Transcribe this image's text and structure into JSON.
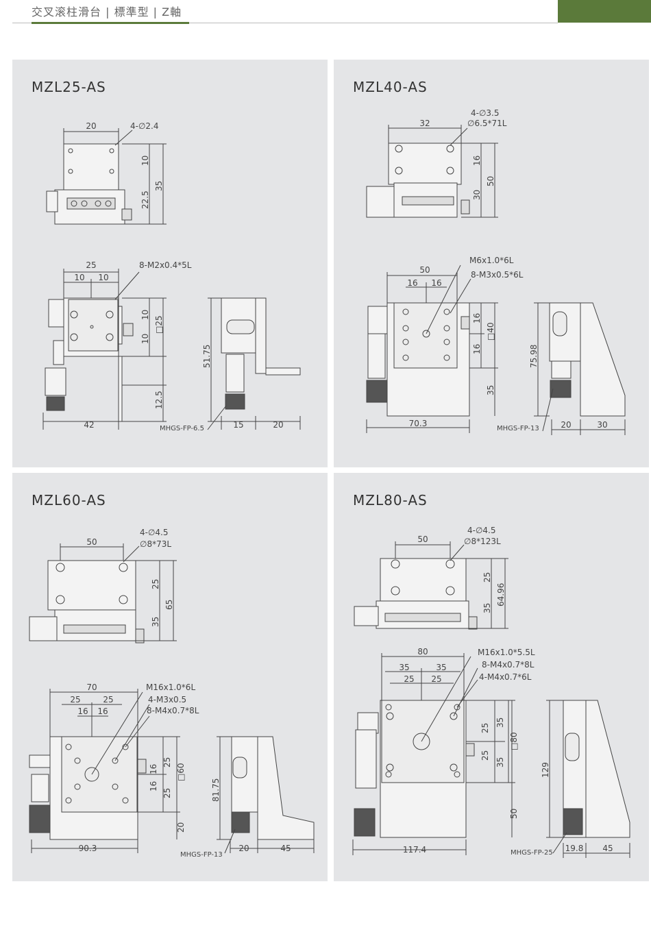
{
  "header": {
    "title": "交叉滚柱滑台 | 標準型 | Z軸"
  },
  "colors": {
    "accent": "#5b7a3a",
    "panel_bg": "#e4e5e7",
    "line": "#444444"
  },
  "panels": [
    {
      "model": "MZL25-AS",
      "top_view": {
        "width": "20",
        "holes": "4-∅2.4",
        "dim_a": "10",
        "dim_b": "22.5",
        "dim_c": "35"
      },
      "front_view": {
        "width": "25",
        "pitch_a": "10",
        "pitch_b": "10",
        "screws": "8-M2x0.4*5L",
        "v_a": "10",
        "v_b": "10",
        "square": "□25",
        "bottom": "12.5",
        "travel": "42"
      },
      "side_view": {
        "height": "51.75",
        "w_a": "15",
        "w_b": "20",
        "micrometer": "MHGS-FP-6.5"
      }
    },
    {
      "model": "MZL40-AS",
      "top_view": {
        "width": "32",
        "holes": "4-∅3.5",
        "counterbore": "∅6.5*71L",
        "dim_a": "16",
        "dim_b": "30",
        "dim_c": "50"
      },
      "front_view": {
        "width": "50",
        "pitch_a": "16",
        "pitch_b": "16",
        "center": "M6x1.0*6L",
        "screws": "8-M3x0.5*6L",
        "v_a": "16",
        "v_b": "16",
        "square": "□40",
        "bottom": "35",
        "travel": "70.3"
      },
      "side_view": {
        "height": "75.98",
        "w_a": "20",
        "w_b": "30",
        "micrometer": "MHGS-FP-13"
      }
    },
    {
      "model": "MZL60-AS",
      "top_view": {
        "width": "50",
        "holes": "4-∅4.5",
        "counterbore": "∅8*73L",
        "dim_a": "25",
        "dim_b": "35",
        "dim_c": "65"
      },
      "front_view": {
        "width": "70",
        "pitch_a": "25",
        "pitch_b": "25",
        "pitch_c": "16",
        "pitch_d": "16",
        "center": "M16x1.0*6L",
        "screws": "4-M3x0.5",
        "screws_b": "8-M4x0.7*8L",
        "v_a": "25",
        "v_b": "16",
        "v_c": "16",
        "v_d": "25",
        "square": "□60",
        "bottom": "20",
        "travel": "90.3"
      },
      "side_view": {
        "height": "81.75",
        "w_a": "20",
        "w_b": "45",
        "micrometer": "MHGS-FP-13"
      }
    },
    {
      "model": "MZL80-AS",
      "top_view": {
        "width": "50",
        "holes": "4-∅4.5",
        "counterbore": "∅8*123L",
        "dim_a": "25",
        "dim_b": "35",
        "dim_c": "64.96"
      },
      "front_view": {
        "width": "80",
        "pitch_a": "35",
        "pitch_b": "35",
        "pitch_c": "25",
        "pitch_d": "25",
        "center": "M16x1.0*5.5L",
        "screws": "8-M4x0.7*8L",
        "screws_b": "4-M4x0.7*6L",
        "v_a": "25",
        "v_b": "25",
        "v_c": "35",
        "v_d": "35",
        "square": "□80",
        "bottom": "50",
        "travel": "117.4"
      },
      "side_view": {
        "height": "129",
        "w_a": "19.8",
        "w_b": "45",
        "micrometer": "MHGS-FP-25"
      }
    }
  ]
}
